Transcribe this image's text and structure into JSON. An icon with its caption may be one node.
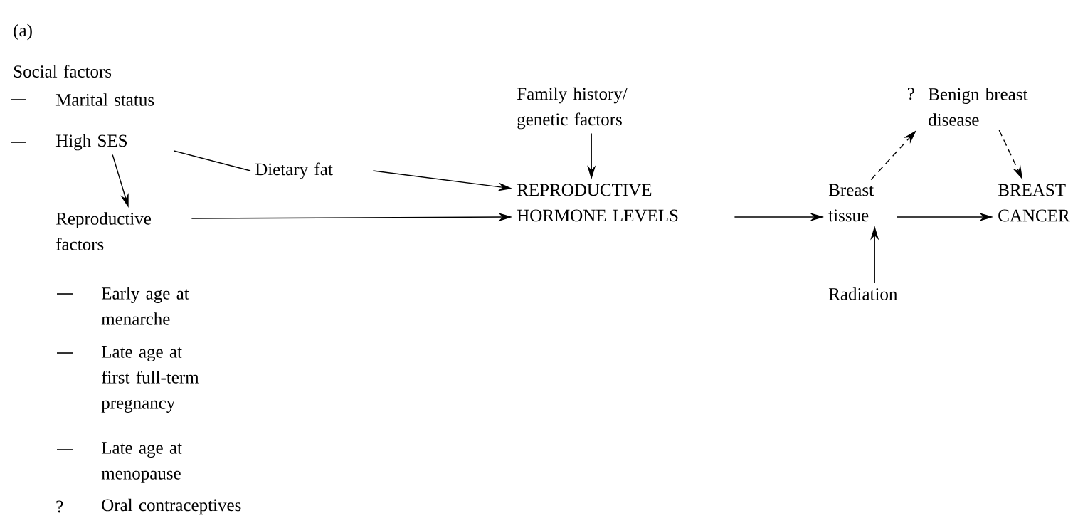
{
  "diagram": {
    "nodes": [
      {
        "text": [
          "High SES"
        ]
      },
      {
        "text": [
          "Dietary fat"
        ]
      },
      {
        "text": [
          "Reproductive factors"
        ]
      },
      {
        "text": [
          "Family history/ genetic factors"
        ]
      },
      {
        "text": [
          "REPRODUCTIVE HORMONE LEVELS"
        ]
      },
      {
        "text": [
          "Breast tissue"
        ]
      },
      {
        "text": [
          "Benign breast disease"
        ],
        "beside": [
          "?"
        ]
      },
      {
        "text": [
          "BREAST CANCER"
        ]
      },
      {
        "text": [
          "Radiation"
        ]
      }
    ],
    "edges": [
      {
        "from": 0,
        "to": 1,
        "arrow": "none"
      },
      {
        "from": 1,
        "to": 4,
        "arrow": "to"
      },
      {
        "from": 0,
        "to": 2,
        "arrow": "to"
      },
      {
        "from": 2,
        "to": 4,
        "arrow": "to"
      },
      {
        "from": 3,
        "to": 4,
        "arrow": "to"
      },
      {
        "from": 4,
        "to": 5,
        "arrow": "to"
      },
      {
        "from": 5,
        "to": 6,
        "arrow": "to",
        "style": "dashed"
      },
      {
        "from": 6,
        "to": 7,
        "arrow": "to",
        "style": "dashed"
      },
      {
        "from": 5,
        "to": 7,
        "arrow": "to"
      },
      {
        "from": 8,
        "to": 5,
        "arrow": "to"
      }
    ],
    "labels": [
      "(a)",
      "Social factors",
      "Marital status",
      "Early age at menarche",
      "Late age at first full-term pregnancy",
      "Late age at menopause",
      "?",
      "Oral contraceptives"
    ]
  }
}
